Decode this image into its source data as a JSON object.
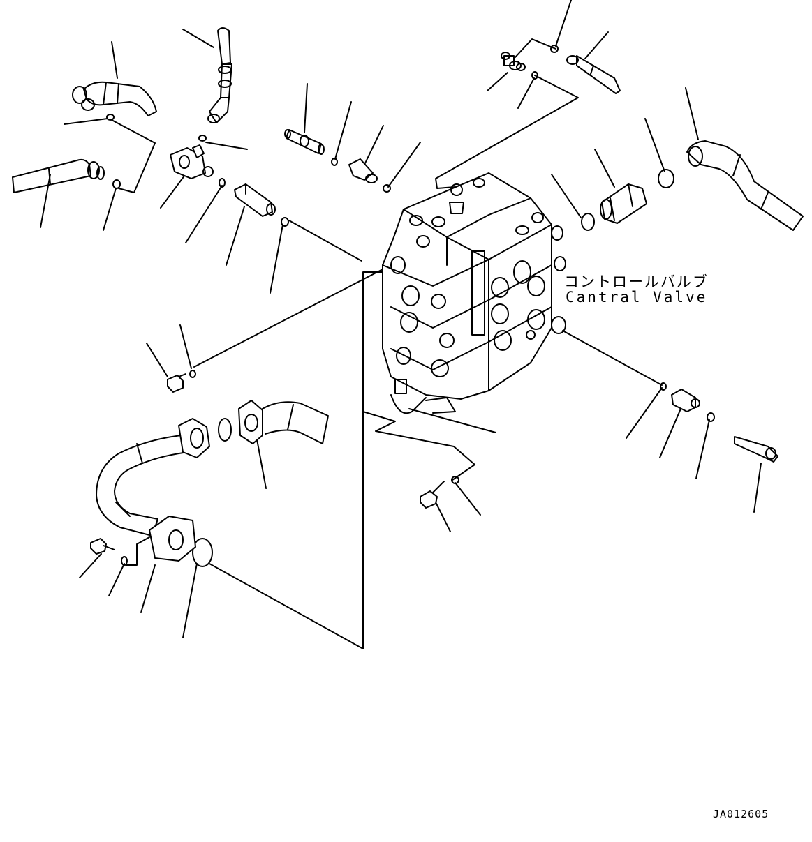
{
  "diagram": {
    "title_jp": "コントロールバルブ",
    "title_en": "Cantral Valve",
    "drawing_number": "JA012605"
  },
  "colors": {
    "line": "#000000",
    "background": "#ffffff"
  }
}
